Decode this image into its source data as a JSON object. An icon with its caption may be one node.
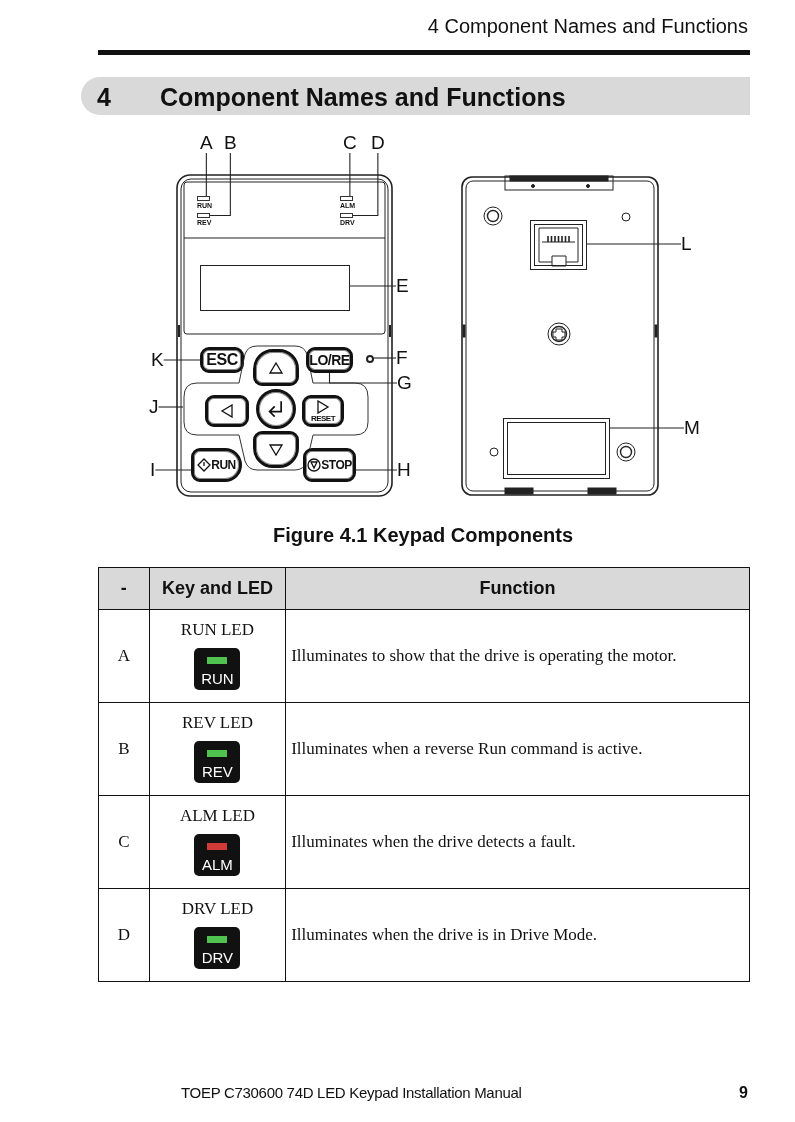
{
  "diagram": {
    "title": "Component Names and Functions",
    "caption": "Figure 4.1 Keypad Components",
    "nodes": [
      {
        "text": [
          "A"
        ]
      },
      {
        "text": [
          "B"
        ]
      },
      {
        "text": [
          "C"
        ]
      },
      {
        "text": [
          "D"
        ]
      },
      {
        "text": [],
        "shape": "box",
        "beside": [
          "RUN"
        ]
      },
      {
        "text": [],
        "shape": "box",
        "beside": [
          "REV"
        ]
      },
      {
        "text": [],
        "shape": "box",
        "beside": [
          "ALM"
        ]
      },
      {
        "text": [],
        "shape": "box",
        "beside": [
          "DRV"
        ]
      },
      {
        "text": [],
        "shape": "box"
      },
      {
        "text": [
          "E"
        ]
      },
      {
        "text": [
          "K"
        ]
      },
      {
        "text": [
          "ESC"
        ]
      },
      {
        "text": [],
        "shape": "box"
      },
      {
        "text": [],
        "shape": "box",
        "in": 12
      },
      {
        "text": [
          "LO/RE"
        ]
      },
      {
        "text": [],
        "shape": "circle"
      },
      {
        "text": [
          "F"
        ]
      },
      {
        "text": [
          "G"
        ]
      },
      {
        "text": [
          "J"
        ]
      },
      {
        "text": [],
        "shape": "box",
        "in": 12
      },
      {
        "text": [],
        "shape": "circle",
        "in": 12
      },
      {
        "text": [
          "RESET"
        ],
        "in": 12
      },
      {
        "text": [],
        "shape": "box",
        "in": 12
      },
      {
        "text": [
          "I"
        ]
      },
      {
        "text": [
          "RUN"
        ]
      },
      {
        "text": [
          "STOP"
        ]
      },
      {
        "text": [
          "H"
        ]
      },
      {
        "text": [],
        "shape": "box"
      },
      {
        "text": [
          "L"
        ]
      },
      {
        "text": [],
        "shape": "box"
      },
      {
        "text": [
          "M"
        ]
      }
    ],
    "edges": [
      {
        "from": 0,
        "to": 4,
        "arrow": "none"
      },
      {
        "from": 1,
        "to": 5,
        "arrow": "none"
      },
      {
        "from": 2,
        "to": 6,
        "arrow": "none"
      },
      {
        "from": 3,
        "to": 7,
        "arrow": "none"
      },
      {
        "from": 9,
        "to": 8,
        "arrow": "none"
      },
      {
        "from": 10,
        "to": 11,
        "arrow": "none"
      },
      {
        "from": 16,
        "to": 15,
        "arrow": "none"
      },
      {
        "from": 17,
        "to": 14,
        "arrow": "none"
      },
      {
        "from": 18,
        "to": 12,
        "arrow": "none"
      },
      {
        "from": 23,
        "to": 24,
        "arrow": "none"
      },
      {
        "from": 26,
        "to": 25,
        "arrow": "none"
      },
      {
        "from": 28,
        "to": 27,
        "arrow": "none"
      },
      {
        "from": 30,
        "to": 29,
        "arrow": "none"
      }
    ],
    "labels": [
      "4 Component Names and Functions",
      "4",
      "-",
      "Key and LED",
      "Function",
      "A",
      "RUN LED",
      "RUN",
      "Illuminates to show that the drive is operating the motor.",
      "B",
      "REV LED",
      "REV",
      "Illuminates when a reverse Run command is active.",
      "C",
      "ALM LED",
      "ALM",
      "Illuminates when the drive detects a fault.",
      "D",
      "DRV LED",
      "DRV",
      "Illuminates when the drive is in Drive Mode.",
      "TOEP C730600 74D LED Keypad Installation Manual",
      "9"
    ]
  }
}
